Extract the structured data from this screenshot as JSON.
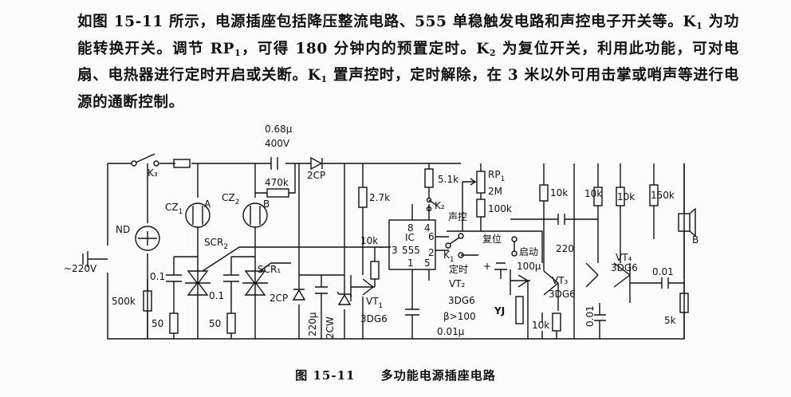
{
  "paragraph": {
    "s1": "如图 15-11 所示，电源插座包括降压整流电路、555 单稳触发电路和声控电子开关等。K",
    "s1_sub": "1",
    "s2": "为功能转换开关。调节 RP",
    "s2_sub": "1",
    "s3": "，可得 180 分钟内的预置定时。K",
    "s3_sub": "2",
    "s4": "为复位开关，利用此功能，可对电扇、电热器进行定时开启或关断。K",
    "s4_sub": "1",
    "s5": "置声控时，定时解除，在 3 米以外可用击掌或哨声等进行电源的通断控制。"
  },
  "schematic": {
    "mains": "~220V",
    "k3": "K₃",
    "nd": "ND",
    "cz1": "CZ",
    "cz1_sub": "1",
    "cz2": "CZ",
    "cz2_sub": "2",
    "pin_a": "A",
    "pin_b": "B",
    "scr2": "SCR",
    "scr2_sub": "2",
    "scr1": "SCR₁",
    "c_drop_value": "0.68μ",
    "c_drop_voltage": "400V",
    "r_470k": "470k",
    "d_2cp_top": "2CP",
    "d_2cp_bottom": "2CP",
    "c_01_left": "0.1",
    "c_01_mid": "0.1",
    "r_500k": "500k",
    "r_50_left": "50",
    "r_50_mid": "50",
    "c_220u": "220μ",
    "zener": "2CW",
    "r_27k": "2.7k",
    "r_10k_vt1": "10k",
    "vt1": "VT",
    "vt1_sub": "1",
    "vt1_type": "3DG6",
    "r_51k": "5.1k",
    "k2": "K₂",
    "rp1": "RP",
    "rp1_sub": "1",
    "rp1_value": "2M",
    "r_100k": "100k",
    "ic": "IC",
    "ic_type": "555",
    "pin8": "8",
    "pin4": "4",
    "pin6": "6",
    "pin2": "2",
    "pin3": "3",
    "pin1": "1",
    "pin5": "5",
    "sound_ctrl": "声控",
    "reset": "复位",
    "start": "启动",
    "timing": "定时",
    "k1": "K",
    "k1_sub": "1",
    "vt2": "VT₂",
    "vt2_type": "3DG6",
    "beta": "β>100",
    "c_001": "0.01μ",
    "c_100u": "100μ",
    "plus": "+",
    "r_10k_a": "10k",
    "r_10k_b": "10k",
    "r_10k_c": "10k",
    "r_150k": "150k",
    "c_220": "220",
    "vt3": "VT₃",
    "vt3_type": "3DG6",
    "vt4": "VT₄",
    "vt4_type": "3DG6",
    "yj": "YJ",
    "r_10k_bottom": "10k",
    "c_001_v": "0.01",
    "c_001_right": "0.01",
    "r_5k": "5k",
    "speaker_b": "B"
  },
  "caption": {
    "number": "图 15-11",
    "title": "多功能电源插座电路"
  }
}
